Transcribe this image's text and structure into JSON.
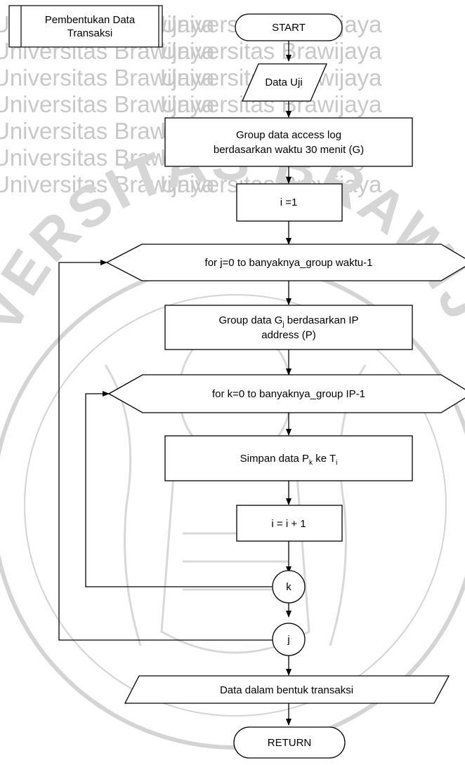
{
  "watermark": {
    "text_line": "Universitas Brawijaya",
    "seal_text": "UNIVERSITAS BRAWIJAYA"
  },
  "subprocess": {
    "line1": "Pembentukan Data",
    "line2": "Transaksi"
  },
  "nodes": {
    "start": "START",
    "input_data": "Data Uji",
    "group_time_line1": "Group data access log",
    "group_time_line2": "berdasarkan waktu 30 menit (G)",
    "init_i": "i =1",
    "loop_j": "for j=0 to banyaknya_group waktu-1",
    "group_ip_line1_a": "Group data G",
    "group_ip_line1_sub": "j",
    "group_ip_line1_b": " berdasarkan IP",
    "group_ip_line2": "address (P)",
    "loop_k": "for k=0 to banyaknya_group IP-1",
    "save_a": "Simpan data  P",
    "save_sub1": "k",
    "save_b": "  ke T",
    "save_sub2": "i",
    "increment_i": "i = i + 1",
    "connector_k": "k",
    "connector_j": "j",
    "output_data": "Data dalam bentuk transaksi",
    "end": "RETURN"
  },
  "colors": {
    "line": "#000000",
    "watermark": "#c8c8c8",
    "seal": "#d4d4d4"
  }
}
